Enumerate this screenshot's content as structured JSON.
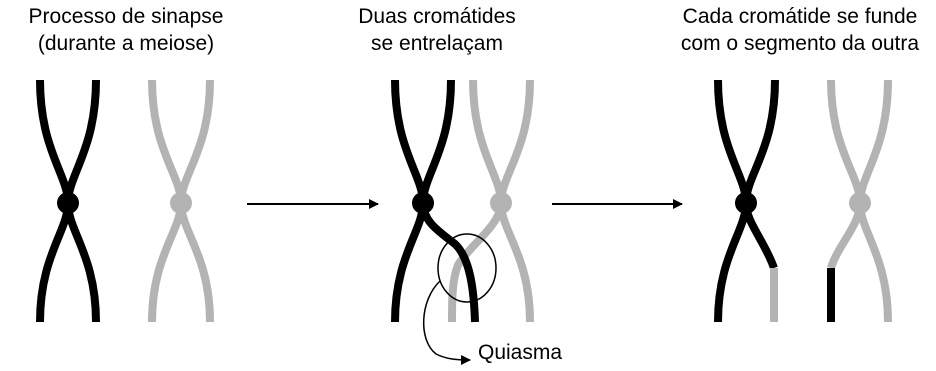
{
  "captions": {
    "stage1": {
      "line1": "Processo de sinapse",
      "line2": "(durante a meiose)"
    },
    "stage2": {
      "line1": "Duas cromátides",
      "line2": "se entrelaçam"
    },
    "stage3": {
      "line1": "Cada cromátide se funde",
      "line2": "com o segmento da outra"
    }
  },
  "chiasma_label": "Quiasma",
  "colors": {
    "chromatid_dark": "#000000",
    "chromatid_light": "#b3b3b3",
    "arrow": "#000000"
  }
}
